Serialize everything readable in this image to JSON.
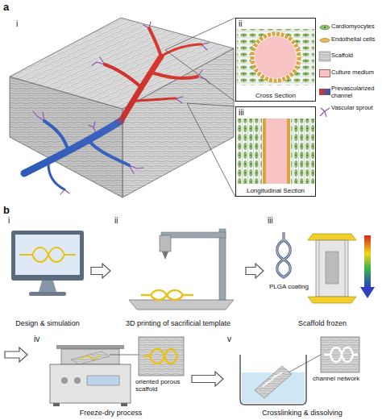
{
  "diagram": {
    "nodes": [
      {
        "text": [
          "ii",
          "Cross Section"
        ]
      },
      {
        "text": [
          "iii",
          "Longitudinal Section"
        ]
      },
      {
        "text": [
          "i",
          "Design & simulation"
        ]
      },
      {
        "text": [
          "ii",
          "3D printing of sacrificial template"
        ]
      },
      {
        "text": [
          "iii",
          "Scaffold frozen"
        ]
      },
      {
        "text": [
          "iv",
          "Freeze-dry process"
        ]
      },
      {
        "text": [
          "v",
          "Crosslinking & dissolving"
        ]
      }
    ],
    "edges": [
      {
        "from": 2,
        "to": 3,
        "arrow": "to"
      },
      {
        "from": 3,
        "to": 4,
        "arrow": "to"
      },
      {
        "from": 5,
        "to": 6,
        "arrow": "to"
      }
    ],
    "labels": [
      "a",
      "i",
      "b",
      "PLGA coating",
      "oriented porous scaffold",
      "channel network"
    ],
    "legend": [
      {
        "text": "Cardiomyocytes"
      },
      {
        "text": "Endothelial cells"
      },
      {
        "text": "Scaffold"
      },
      {
        "text": "Culture medium",
        "color": "#f7c3c4"
      },
      {
        "text": "Prevascularized channel"
      },
      {
        "text": "Vascular sprout"
      }
    ]
  }
}
